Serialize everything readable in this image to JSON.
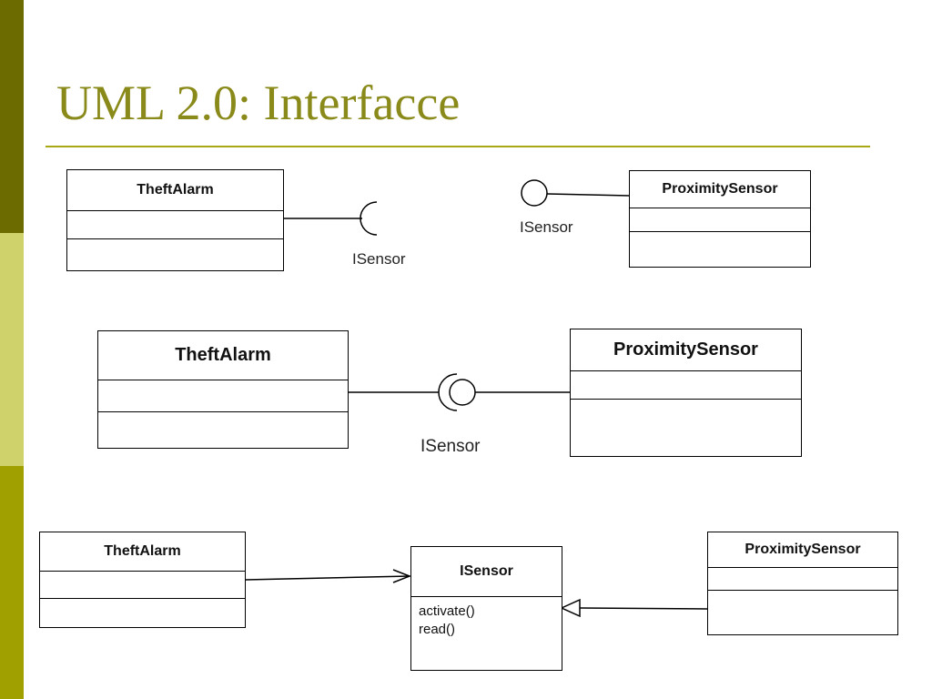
{
  "slide": {
    "title": "UML 2.0: Interfacce",
    "colors": {
      "accent": "#8a8a1a",
      "sidebar_dark": "#6b6b00",
      "sidebar_light": "#cfd26a",
      "sidebar_mid": "#a0a000"
    }
  },
  "diagram": {
    "row1": {
      "left_class": "TheftAlarm",
      "left_interface_label": "ISensor",
      "right_interface_label": "ISensor",
      "right_class": "ProximitySensor"
    },
    "row2": {
      "left_class": "TheftAlarm",
      "interface_label": "ISensor",
      "right_class": "ProximitySensor"
    },
    "row3": {
      "left_class": "TheftAlarm",
      "interface_class": "ISensor",
      "operations": [
        "activate()",
        "read()"
      ],
      "right_class": "ProximitySensor"
    }
  }
}
